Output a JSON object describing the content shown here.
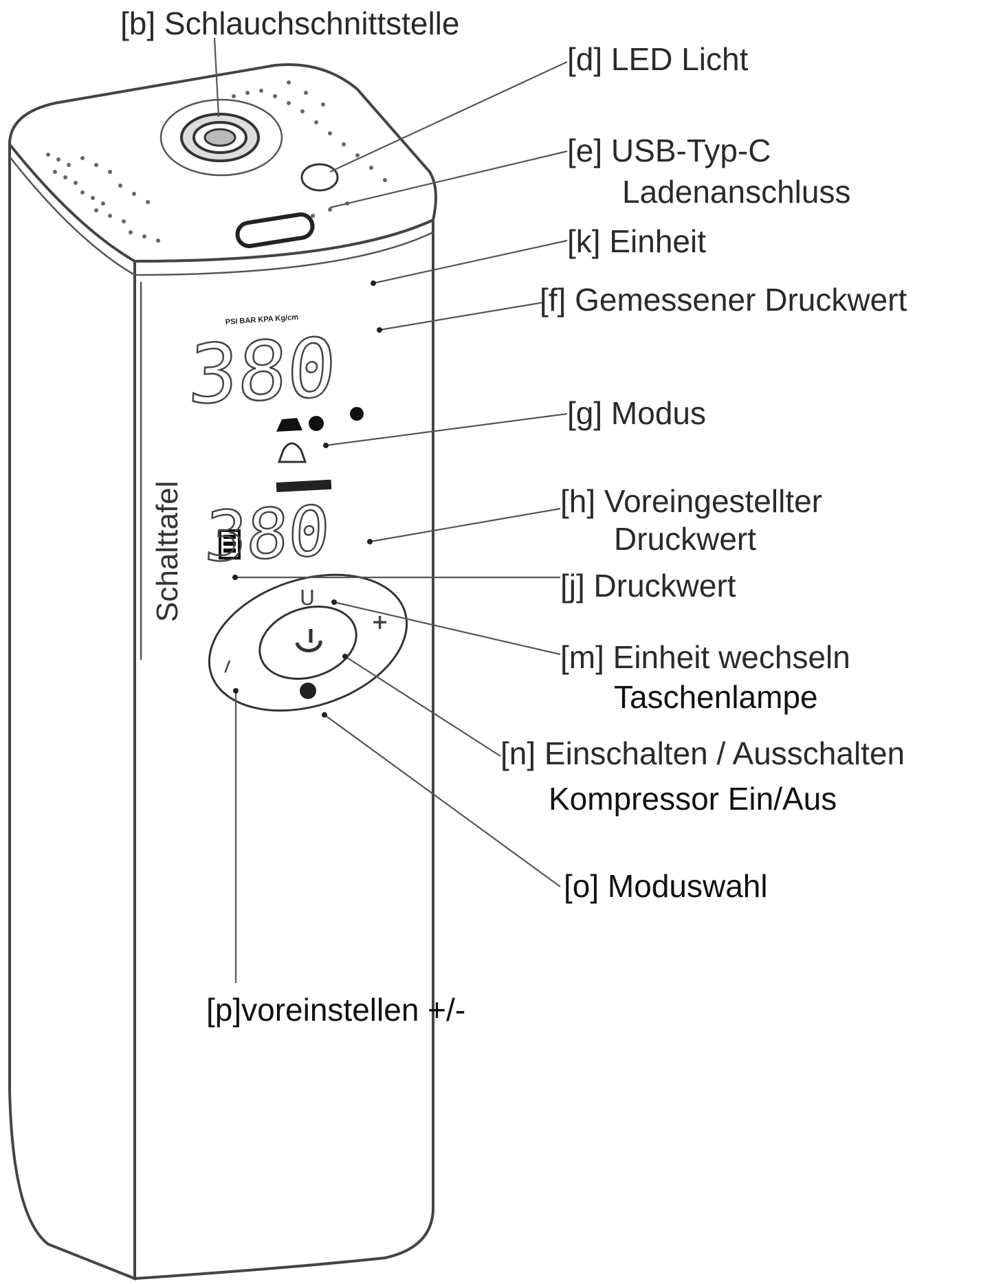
{
  "callouts": {
    "b": "[b] Schlauchschnittstelle",
    "d": "[d] LED Licht",
    "e_line1": "[e] USB-Typ-C",
    "e_line2": "Ladenanschluss",
    "k": "[k] Einheit",
    "f": "[f] Gemessener Druckwert",
    "g": "[g] Modus",
    "h_line1": "[h] Voreingestellter",
    "h_line2": "Druckwert",
    "j": "[j] Druckwert",
    "m_line1": "[m] Einheit wechseln",
    "m_line2": "Taschenlampe",
    "n_line1": "[n] Einschalten / Ausschalten",
    "n_line2": "Kompressor Ein/Aus",
    "o": "[o] Moduswahl",
    "p": "[p]voreinstellen +/-"
  },
  "side_label": "Schalttafel",
  "display": {
    "units": "PSI BAR KPA Kg/cm",
    "measured_value": "380",
    "preset_value": "380"
  },
  "buttons": {
    "unit": "U",
    "plus": "+",
    "minus": "−"
  },
  "colors": {
    "line": "#444444",
    "text": "#2a2a2a",
    "background": "#ffffff"
  }
}
